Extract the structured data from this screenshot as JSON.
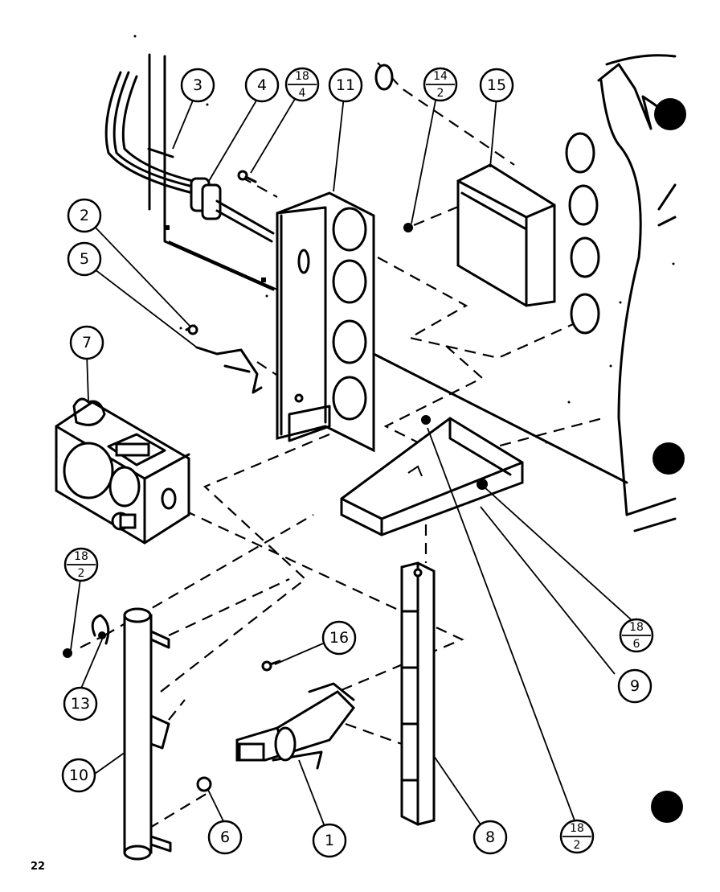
{
  "page_number": "22",
  "callouts": {
    "c1": "1",
    "c2": "2",
    "c3": "3",
    "c4": "4",
    "c5": "5",
    "c6": "6",
    "c7": "7",
    "c8": "8",
    "c9": "9",
    "c10": "10",
    "c11": "11",
    "c13": "13",
    "c15": "15",
    "c16": "16"
  },
  "fraction_callouts": {
    "f18_4": {
      "top": "18",
      "bottom": "4"
    },
    "f14_2": {
      "top": "14",
      "bottom": "2"
    },
    "f18_2_left": {
      "top": "18",
      "bottom": "2"
    },
    "f18_6": {
      "top": "18",
      "bottom": "6"
    },
    "f18_2_bottom": {
      "top": "18",
      "bottom": "2"
    }
  }
}
